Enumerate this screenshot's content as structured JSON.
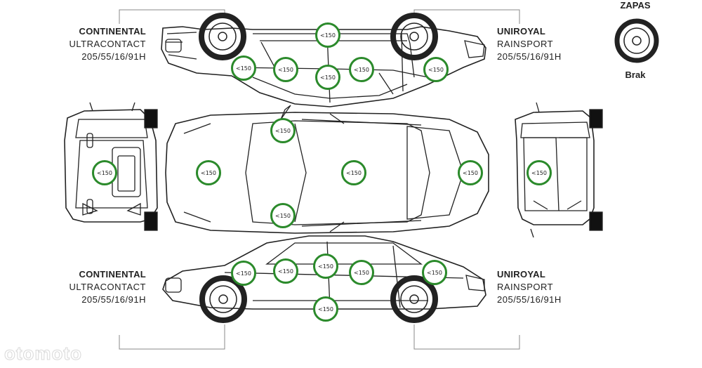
{
  "tyres": {
    "top_left": {
      "brand": "CONTINENTAL",
      "model": "ULTRACONTACT",
      "size": "205/55/16/91H"
    },
    "top_right": {
      "brand": "UNIROYAL",
      "model": "RAINSPORT",
      "size": "205/55/16/91H"
    },
    "bottom_left": {
      "brand": "CONTINENTAL",
      "model": "ULTRACONTACT",
      "size": "205/55/16/91H"
    },
    "bottom_right": {
      "brand": "UNIROYAL",
      "model": "RAINSPORT",
      "size": "205/55/16/91H"
    }
  },
  "spare": {
    "title": "ZAPAS",
    "status": "Brak"
  },
  "paint_readings": [
    {
      "id": "top-front-door-upper",
      "value": "<150"
    },
    {
      "id": "top-front-fender",
      "value": "<150"
    },
    {
      "id": "top-front-door",
      "value": "<150"
    },
    {
      "id": "top-pillar",
      "value": "<150"
    },
    {
      "id": "top-rear-door",
      "value": "<150"
    },
    {
      "id": "top-rear-quarter",
      "value": "<150"
    },
    {
      "id": "roof-left",
      "value": "<150"
    },
    {
      "id": "front-bumper",
      "value": "<150"
    },
    {
      "id": "hood",
      "value": "<150"
    },
    {
      "id": "roof",
      "value": "<150"
    },
    {
      "id": "trunk",
      "value": "<150"
    },
    {
      "id": "rear-bumper",
      "value": "<150"
    },
    {
      "id": "roof-right",
      "value": "<150"
    },
    {
      "id": "bottom-front-fender",
      "value": "<150"
    },
    {
      "id": "bottom-front-door",
      "value": "<150"
    },
    {
      "id": "bottom-pillar",
      "value": "<150"
    },
    {
      "id": "bottom-rear-door",
      "value": "<150"
    },
    {
      "id": "bottom-rear-quarter",
      "value": "<150"
    },
    {
      "id": "bottom-rocker",
      "value": "<150"
    }
  ],
  "colors": {
    "badge_border": "#2b8a2b",
    "line": "#222222"
  },
  "watermark": "otomoto"
}
